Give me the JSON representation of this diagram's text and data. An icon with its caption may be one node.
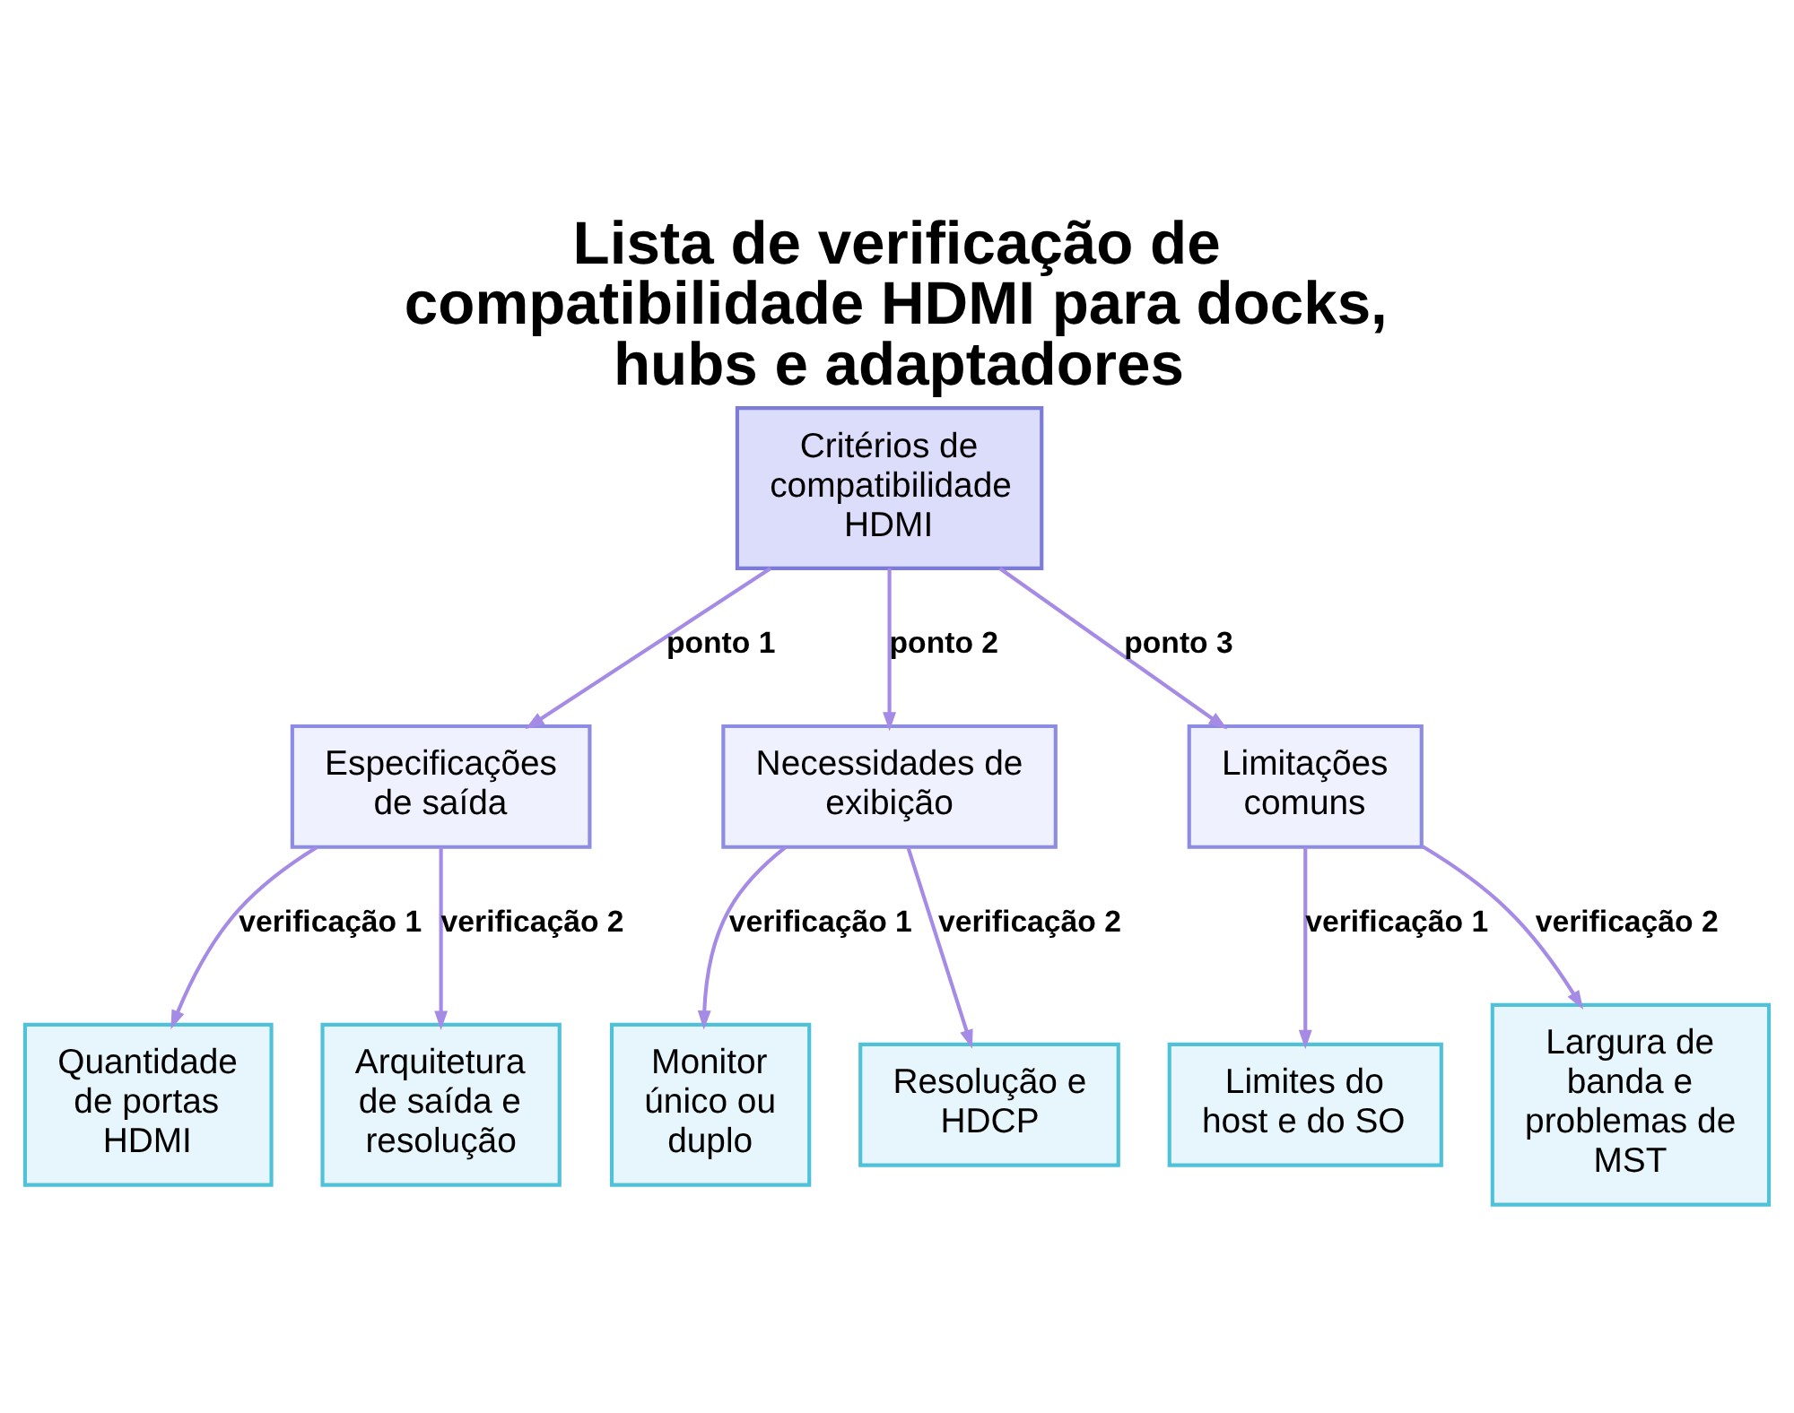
{
  "diagram": {
    "title": "Lista de verificação de compatibilidade HDMI para docks, hubs e adaptadores",
    "nodes": [
      {
        "text": [
          "Critérios de compatibilidade HDMI"
        ]
      },
      {
        "text": [
          "Especificações de saída"
        ]
      },
      {
        "text": [
          "Necessidades de exibição"
        ]
      },
      {
        "text": [
          "Limitações comuns"
        ]
      },
      {
        "text": [
          "Quantidade de portas HDMI"
        ]
      },
      {
        "text": [
          "Arquitetura de saída e resolução"
        ]
      },
      {
        "text": [
          "Monitor único ou duplo"
        ]
      },
      {
        "text": [
          "Resolução e HDCP"
        ]
      },
      {
        "text": [
          "Limites do host e do SO"
        ]
      },
      {
        "text": [
          "Largura de banda e problemas de MST"
        ]
      }
    ],
    "edges": [
      {
        "from": 0,
        "to": 1,
        "arrow": "to",
        "label": "ponto 1"
      },
      {
        "from": 0,
        "to": 2,
        "arrow": "to",
        "label": "ponto 2"
      },
      {
        "from": 0,
        "to": 3,
        "arrow": "to",
        "label": "ponto 3"
      },
      {
        "from": 1,
        "to": 4,
        "arrow": "to",
        "label": "verificação 1"
      },
      {
        "from": 1,
        "to": 5,
        "arrow": "to",
        "label": "verificação 2"
      },
      {
        "from": 2,
        "to": 6,
        "arrow": "to",
        "label": "verificação 1"
      },
      {
        "from": 2,
        "to": 7,
        "arrow": "to",
        "label": "verificação 2"
      },
      {
        "from": 3,
        "to": 8,
        "arrow": "to",
        "label": "verificação 1"
      },
      {
        "from": 3,
        "to": 9,
        "arrow": "to",
        "label": "verificação 2"
      }
    ]
  }
}
